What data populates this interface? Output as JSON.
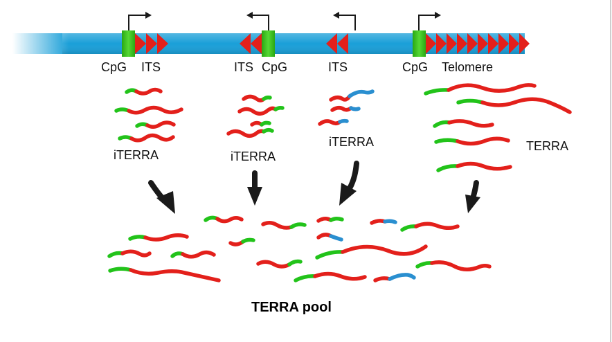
{
  "labels": {
    "cpg1": "CpG",
    "its1": "ITS",
    "its2": "ITS",
    "cpg2": "CpG",
    "its3": "ITS",
    "cpg3": "CpG",
    "telomere": "Telomere",
    "iterra1": "iTERRA",
    "iterra2": "iTERRA",
    "iterra3": "iTERRA",
    "terra": "TERRA",
    "pool": "TERRA pool"
  },
  "colors": {
    "chromosome": "#1a9fd8",
    "cpg_island": "#3ec41c",
    "repeat_arrow": "#e3201b",
    "rna_red": "#e3201b",
    "rna_green": "#22c31a",
    "rna_blue": "#2a8fd0",
    "flow_arrow": "#1a1a1a"
  }
}
